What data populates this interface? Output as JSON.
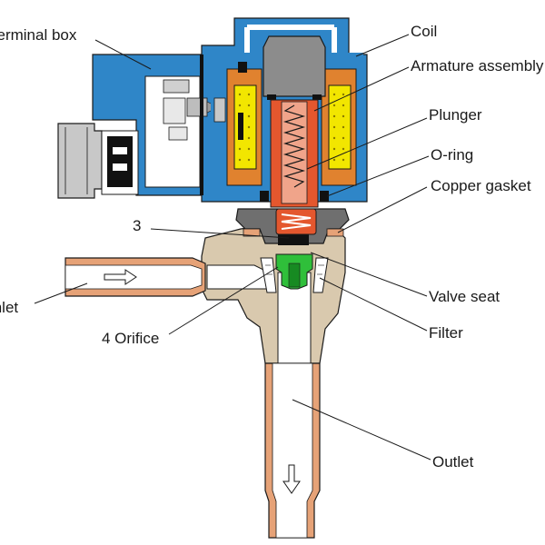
{
  "labels": {
    "terminal_box": "Terminal box",
    "coil": "Coil",
    "armature_assembly": "Armature assembly",
    "plunger": "Plunger",
    "o_ring": "O-ring",
    "copper_gasket": "Copper gasket",
    "item_3": "3",
    "valve_seat": "Valve seat",
    "inlet": "Inlet",
    "orifice": "4 Orifice",
    "filter": "Filter",
    "outlet": "Outlet"
  },
  "colors": {
    "housing_blue": "#2f86c8",
    "coil_yellow": "#f2e600",
    "coil_winding_orange": "#e0822f",
    "armature_red": "#e4572e",
    "armature_gray": "#8c8c8c",
    "valve_body": "#d9c9ae",
    "copper_pipe": "#e6a277",
    "seat_green": "#2fbf3a",
    "connector_gray": "#c8c8c8"
  }
}
